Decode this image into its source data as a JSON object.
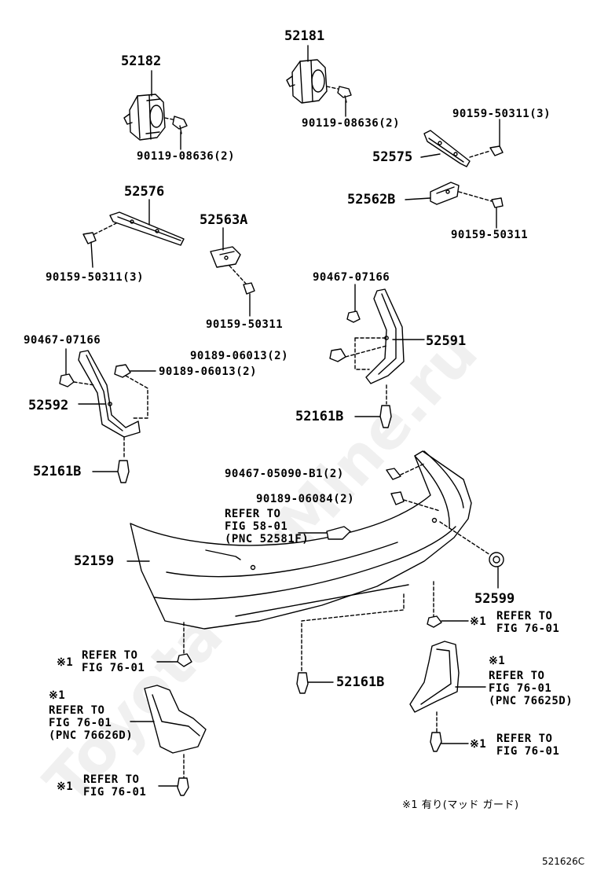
{
  "diagram": {
    "part_numbers": {
      "p52182": "52182",
      "p52181": "52181",
      "p52576": "52576",
      "p52563A": "52563A",
      "p52575": "52575",
      "p52562B": "52562B",
      "p52591": "52591",
      "p52592": "52592",
      "p52161B_a": "52161B",
      "p52161B_b": "52161B",
      "p52161B_c": "52161B",
      "p52159": "52159",
      "p52599": "52599"
    },
    "fasteners": {
      "f1": "90119-08636(2)",
      "f2": "90119-08636(2)",
      "f3": "90159-50311(3)",
      "f4": "90159-50311",
      "f5": "90159-50311(3)",
      "f6": "90159-50311",
      "f7": "90467-07166",
      "f8": "90467-07166",
      "f9": "90189-06013(2)",
      "f10": "90189-06013(2)",
      "f11": "90467-05090-B1(2)",
      "f12": "90189-06084(2)"
    },
    "refs": {
      "r_fig58": "REFER TO\nFIG 58-01\n(PNC 52581F)",
      "r1": "REFER TO\nFIG 76-01",
      "r2": "REFER TO\nFIG 76-01",
      "r3": "REFER TO\nFIG 76-01",
      "r4": "REFER TO\nFIG 76-01",
      "r5": "REFER TO\nFIG 76-01\n(PNC 76625D)",
      "r6": "REFER TO\nFIG 76-01\n(PNC 76626D)"
    },
    "marks": {
      "m1": "※1",
      "m2": "※1",
      "m3": "※1",
      "m4": "※1",
      "m5": "※1",
      "m6": "※1"
    },
    "footnote": "※1 有り(マッド ガード)",
    "figure_code": "521626C",
    "watermark": "ToyotaCarMine.ru"
  }
}
